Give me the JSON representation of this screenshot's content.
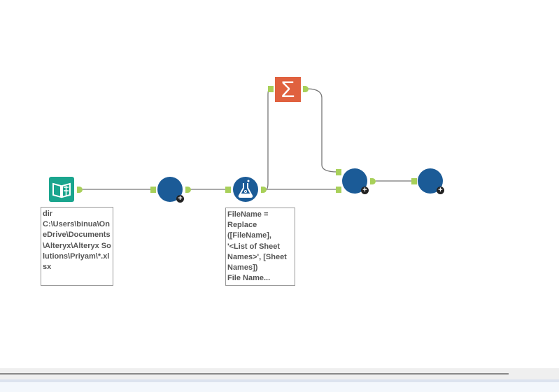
{
  "tools": [
    {
      "id": "input",
      "type": "directory",
      "icon": "book-icon",
      "color": "#1aa58e"
    },
    {
      "id": "tool2",
      "type": "macro",
      "color": "#1b5b97"
    },
    {
      "id": "formula",
      "type": "formula",
      "icon": "flask-icon",
      "color": "#1b5b97"
    },
    {
      "id": "summarize",
      "type": "summarize",
      "icon": "sigma-icon",
      "label": "Σ",
      "color": "#e0613f"
    },
    {
      "id": "join",
      "type": "macro",
      "color": "#1b5b97"
    },
    {
      "id": "output",
      "type": "macro",
      "color": "#1b5b97"
    }
  ],
  "annotations": {
    "directory": "dir\nC:\\Users\\binua\\OneDrive\\Documents\\Alteryx\\Alteryx Solutions\\Priyam\\*.xlsx",
    "formula": "FileName =\nReplace\n([FileName],\n'<List of Sheet\nNames>', [Sheet\nNames])\nFile Name..."
  },
  "plus": "+"
}
